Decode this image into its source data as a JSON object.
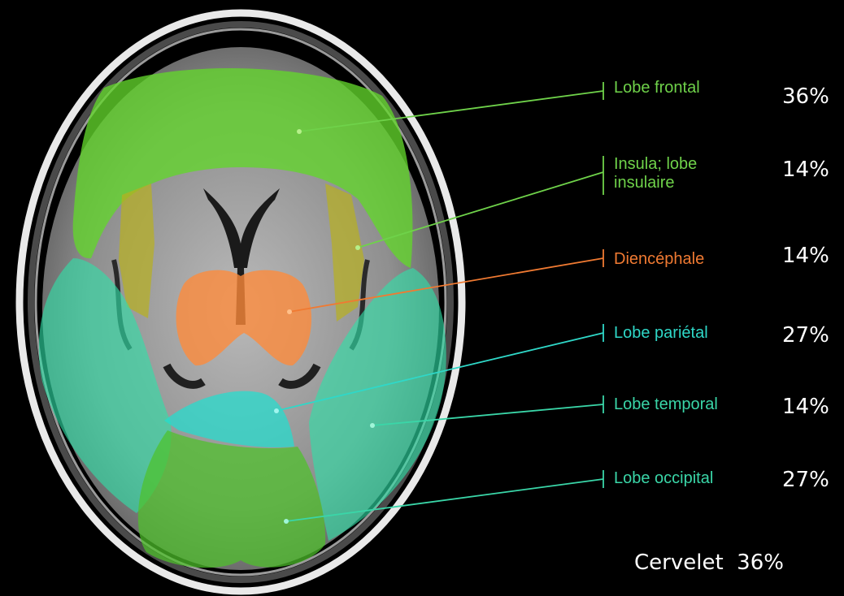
{
  "labels": [
    {
      "id": "frontal",
      "text": "Lobe frontal",
      "percent": "36%",
      "color": "#6fd24a"
    },
    {
      "id": "insula",
      "text": "Insula; lobe\ninsulaire",
      "percent": "14%",
      "color": "#6fd24a"
    },
    {
      "id": "diencephale",
      "text": "Diencéphale",
      "percent": "14%",
      "color": "#f07a32"
    },
    {
      "id": "parietal",
      "text": "Lobe pariétal",
      "percent": "27%",
      "color": "#2fd8c8"
    },
    {
      "id": "temporal",
      "text": "Lobe temporal",
      "percent": "14%",
      "color": "#3ad6a8"
    },
    {
      "id": "occipital",
      "text": "Lobe occipital",
      "percent": "27%",
      "color": "#3ad6a8"
    }
  ],
  "cervelet": {
    "text": "Cervelet",
    "percent": "36%"
  },
  "colors": {
    "frontal_fill": "#63d62c",
    "insula_fill": "#b8b020",
    "diencephale_fill": "#ff8a3a",
    "parietal_fill": "#1fe0d0",
    "temporal_fill": "#2fe0a8",
    "occipital_fill": "#4ec22a"
  }
}
